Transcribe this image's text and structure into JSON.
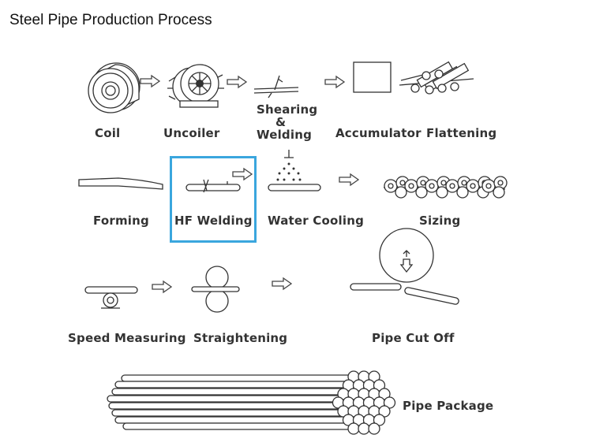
{
  "title": "Steel Pipe Production Process",
  "highlight_color": "#3aa6de",
  "steps": {
    "coil": "Coil",
    "uncoiler": "Uncoiler",
    "shearing_welding": [
      "Shearing",
      "&",
      "Welding"
    ],
    "accumulator": "Accumulator",
    "flattening": "Flattening",
    "forming": "Forming",
    "hf_welding": "HF Welding",
    "water_cooling": "Water Cooling",
    "sizing": "Sizing",
    "speed_measuring": "Speed Measuring",
    "straightening": "Straightening",
    "pipe_cut_off": "Pipe Cut Off",
    "pipe_package": "Pipe Package"
  }
}
